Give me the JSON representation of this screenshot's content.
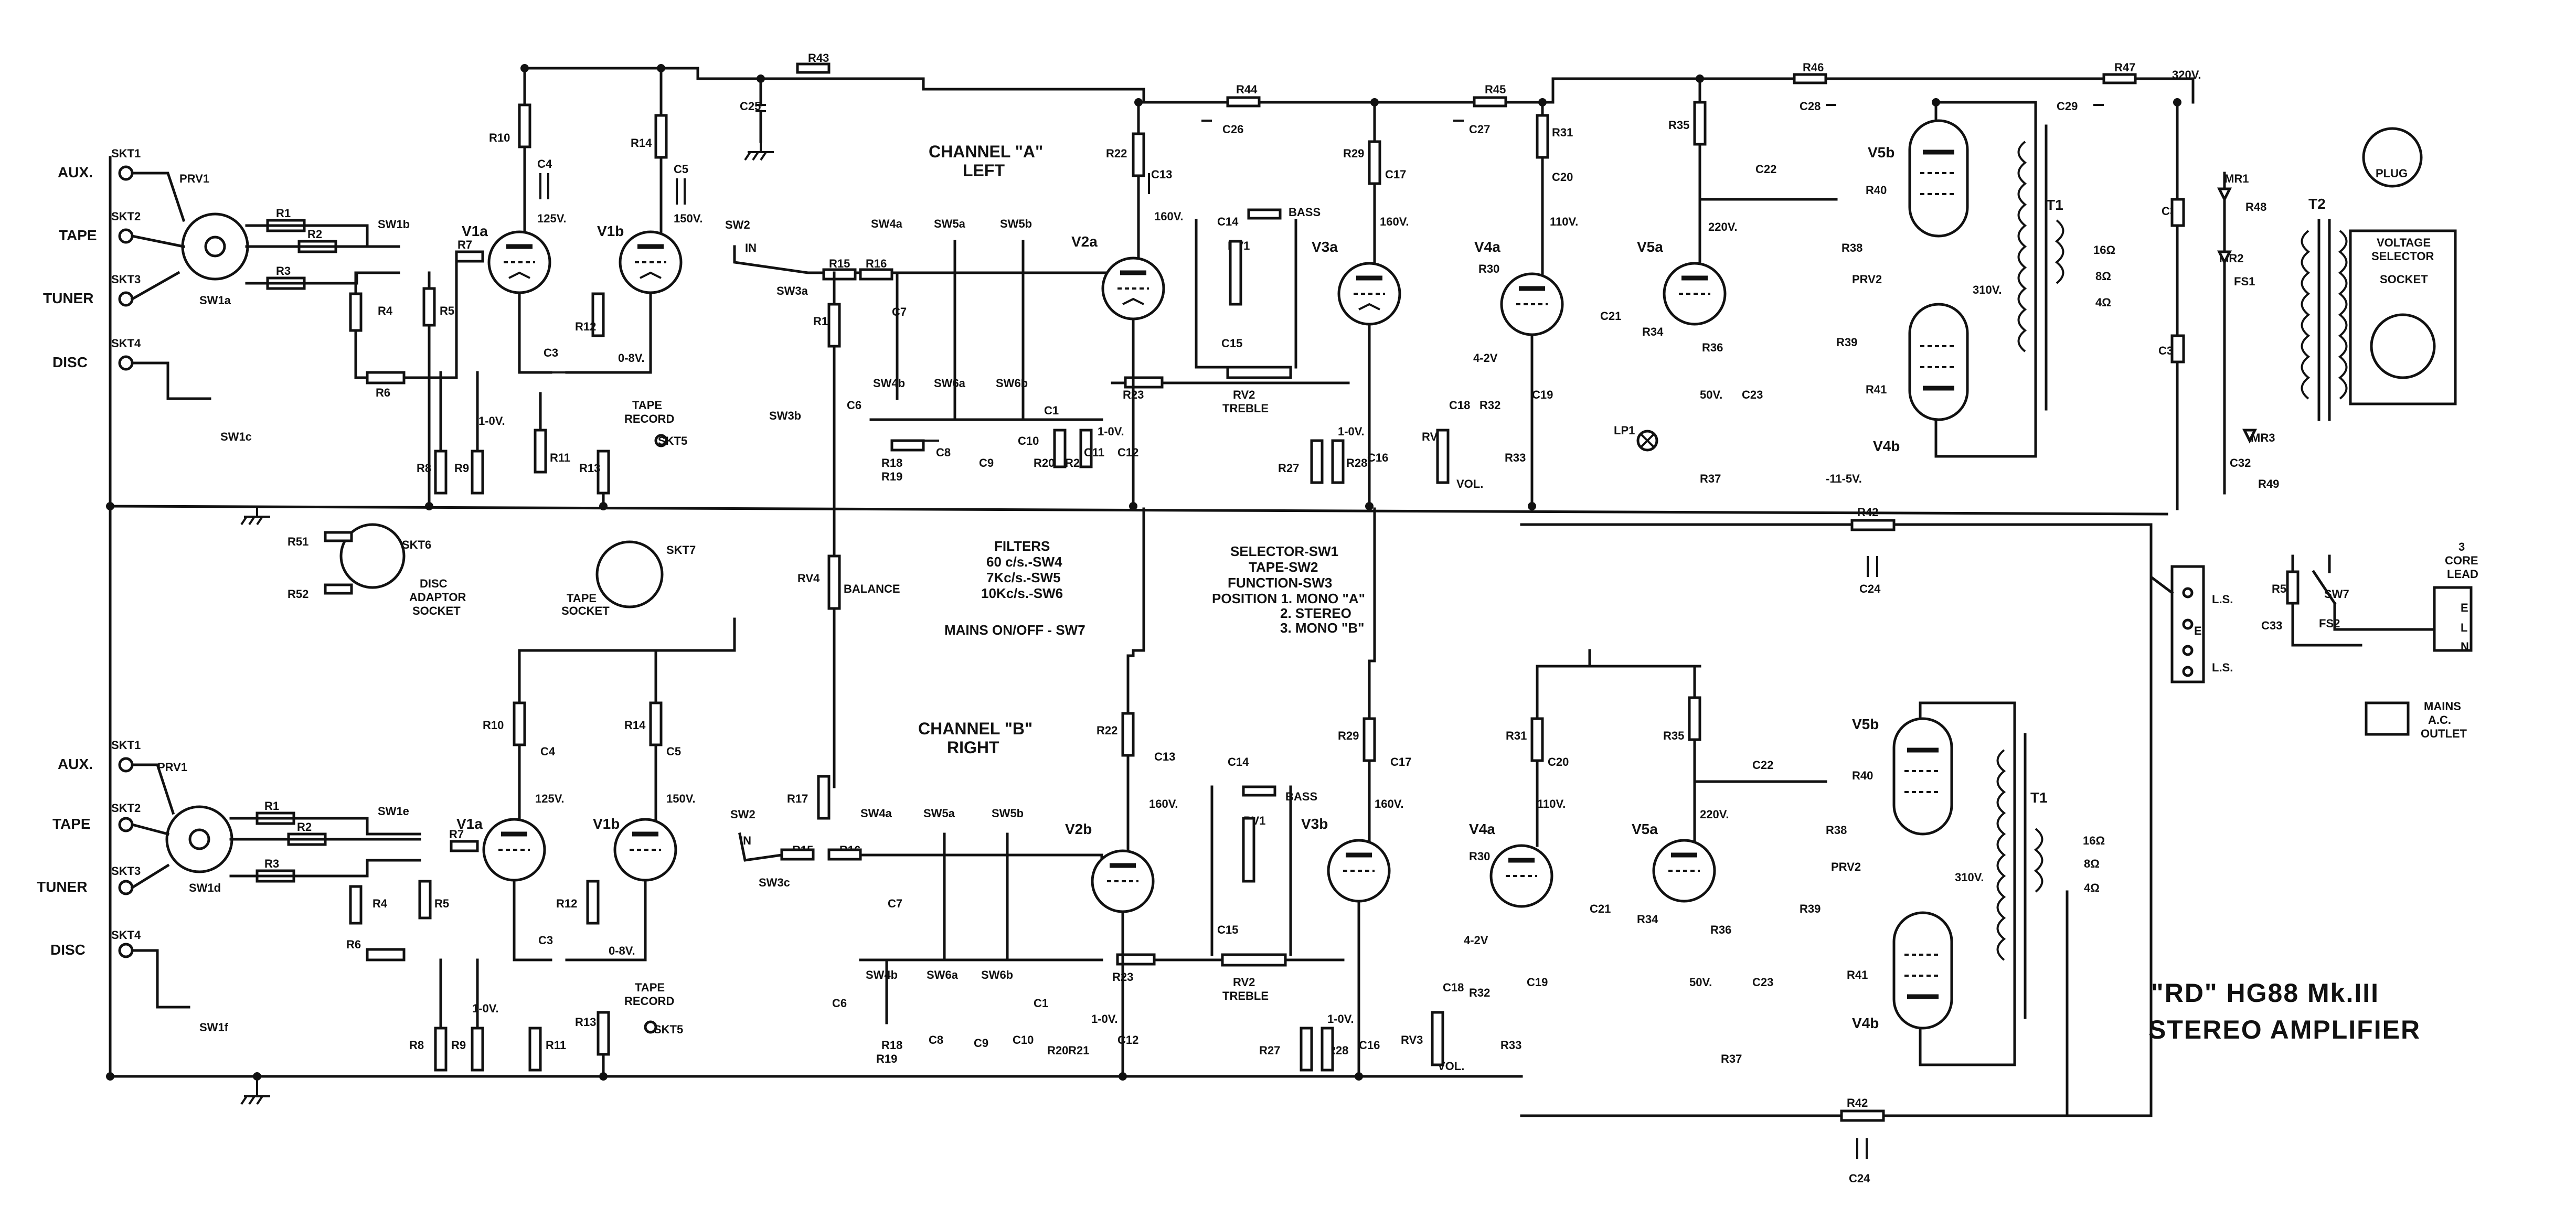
{
  "title": {
    "line1": "\"RD\" HG88 Mk.III",
    "line2": "STEREO AMPLIFIER"
  },
  "channels": {
    "a": {
      "name": "CHANNEL \"A\"",
      "sub": "LEFT"
    },
    "b": {
      "name": "CHANNEL \"B\"",
      "sub": "RIGHT"
    }
  },
  "inputs": {
    "aux": "AUX.",
    "tape": "TAPE",
    "tuner": "TUNER",
    "disc": "DISC",
    "skt1": "SKT1",
    "skt2": "SKT2",
    "skt3": "SKT3",
    "skt4": "SKT4",
    "prv1": "PRV1",
    "sw1a": "SW1a",
    "sw1b": "SW1b",
    "sw1c": "SW1c",
    "sw1d": "SW1d",
    "sw1e": "SW1e",
    "sw1f": "SW1f"
  },
  "notes": {
    "filters_title": "FILTERS",
    "filter_1": "60 c/s.-SW4",
    "filter_2": "7Kc/s.-SW5",
    "filter_3": "10Kc/s.-SW6",
    "mains": "MAINS ON/OFF - SW7",
    "selector": "SELECTOR-SW1",
    "tape_sw": "TAPE-SW2",
    "function": "FUNCTION-SW3",
    "position": "POSITION 1. MONO \"A\"",
    "pos2": "2. STEREO",
    "pos3": "3. MONO \"B\""
  },
  "sockets": {
    "disc_adaptor": "DISC",
    "disc_adaptor_2": "ADAPTOR",
    "disc_adaptor_3": "SOCKET",
    "skt6": "SKT6",
    "skt7": "SKT7",
    "tape_socket": "TAPE",
    "tape_socket_2": "SOCKET",
    "tape_record": "TAPE",
    "tape_record_2": "RECORD",
    "skt5": "SKT5",
    "plug": "PLUG",
    "voltage_selector": "VOLTAGE",
    "voltage_selector_2": "SELECTOR",
    "voltage_selector_3": "SOCKET",
    "core_lead": "3",
    "core_lead_2": "CORE",
    "core_lead_3": "LEAD",
    "mains_outlet": "MAINS",
    "mains_outlet_2": "A.C.",
    "mains_outlet_3": "OUTLET",
    "ls": "L.S.",
    "e": "E",
    "l": "L",
    "n": "N"
  },
  "labels": {
    "r1": "R1",
    "r2": "R2",
    "r3": "R3",
    "r4": "R4",
    "r5": "R5",
    "r6": "R6",
    "r7": "R7",
    "r8": "R8",
    "r9": "R9",
    "r10": "R10",
    "r11": "R11",
    "r12": "R12",
    "r13": "R13",
    "r14": "R14",
    "r15": "R15",
    "r16": "R16",
    "r17": "R17",
    "r18": "R18",
    "r19": "R19",
    "r20": "R20",
    "r21": "R21",
    "r22": "R22",
    "r23": "R23",
    "r27": "R27",
    "r28": "R28",
    "r29": "R29",
    "r30": "R30",
    "r31": "R31",
    "r32": "R32",
    "r33": "R33",
    "r34": "R34",
    "r35": "R35",
    "r36": "R36",
    "r37": "R37",
    "r38": "R38",
    "r39": "R39",
    "r40": "R40",
    "r41": "R41",
    "r42": "R42",
    "r43": "R43",
    "r44": "R44",
    "r45": "R45",
    "r46": "R46",
    "r47": "R47",
    "r48": "R48",
    "r49": "R49",
    "r50": "R50",
    "r51": "R51",
    "r52": "R52",
    "c1": "C1",
    "c3": "C3",
    "c4": "C4",
    "c5": "C5",
    "c6": "C6",
    "c7": "C7",
    "c8": "C8",
    "c9": "C9",
    "c10": "C10",
    "c11": "C11",
    "c12": "C12",
    "c13": "C13",
    "c14": "C14",
    "c15": "C15",
    "c16": "C16",
    "c17": "C17",
    "c18": "C18",
    "c19": "C19",
    "c20": "C20",
    "c21": "C21",
    "c22": "C22",
    "c23": "C23",
    "c24": "C24",
    "c25": "C25",
    "c26": "C26",
    "c27": "C27",
    "c28": "C28",
    "c29": "C29",
    "c30": "C30",
    "c31": "C31",
    "c32": "C32",
    "c33": "C33",
    "v1a": "V1a",
    "v1b": "V1b",
    "v2a": "V2a",
    "v2b": "V2b",
    "v3a": "V3a",
    "v3b": "V3b",
    "v4a": "V4a",
    "v5a": "V5a",
    "v5b": "V5b",
    "v4b": "V4b",
    "rv1": "RV1",
    "rv2": "RV2",
    "rv3": "RV3",
    "rv4": "RV4",
    "sw2": "SW2",
    "sw3a": "SW3a",
    "sw3b": "SW3b",
    "sw3c": "SW3c",
    "sw4a": "SW4a",
    "sw4b": "SW4b",
    "sw5a": "SW5a",
    "sw5b": "SW5b",
    "sw6a": "SW6a",
    "sw6b": "SW6b",
    "sw7": "SW7",
    "t1": "T1",
    "t2": "T2",
    "mr1": "MR1",
    "mr2": "MR2",
    "mr3": "MR3",
    "fs1": "FS1",
    "fs2": "FS2",
    "lp1": "LP1",
    "prv2": "PRV2",
    "bass": "BASS",
    "treble": "TREBLE",
    "balance": "BALANCE",
    "vol": "VOL.",
    "in": "IN",
    "v125": "125V.",
    "v150": "150V.",
    "v160": "160V.",
    "v110": "110V.",
    "v220": "220V.",
    "v310": "310V.",
    "v320": "320V.",
    "v50": "50V.",
    "v08": "0-8V.",
    "v10": "1-0V.",
    "v42": "4-2V",
    "vm115": "-11-5V.",
    "o16": "16Ω",
    "o8": "8Ω",
    "o4": "4Ω"
  }
}
